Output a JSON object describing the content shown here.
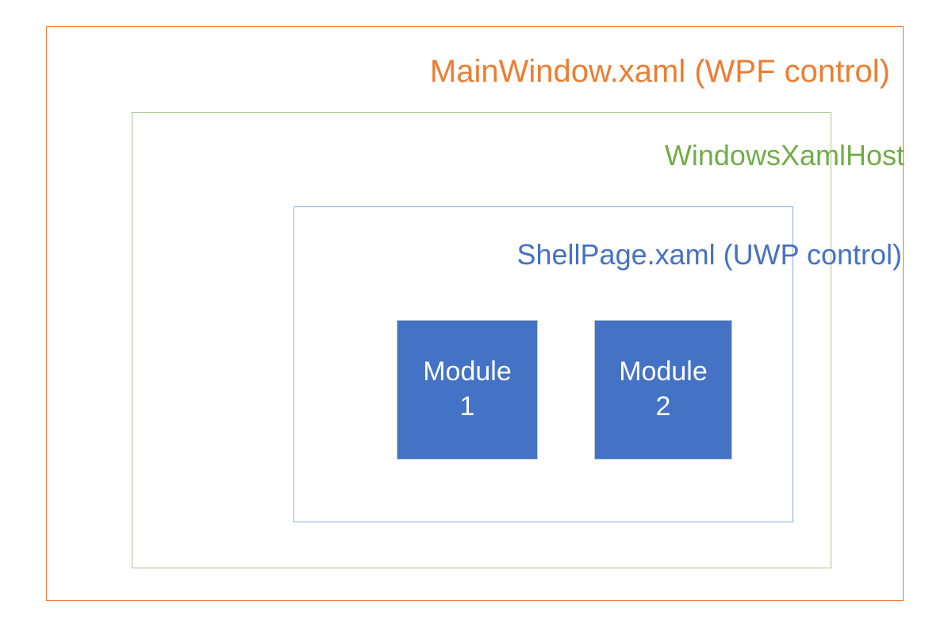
{
  "diagram": {
    "type": "nested-containers",
    "background_color": "#FFFFFF",
    "containers": [
      {
        "id": "wpf",
        "label": "MainWindow.xaml (WPF control)",
        "border_color": "#ED7D31",
        "text_color": "#ED7D31",
        "level": 0
      },
      {
        "id": "xamlhost",
        "label": "WindowsXamlHost",
        "border_color": "#A9C98D",
        "text_color": "#70AD47",
        "level": 1
      },
      {
        "id": "shellpage",
        "label": "ShellPage.xaml (UWP control)",
        "border_color": "#8CAADC",
        "text_color": "#4472C4",
        "level": 2
      }
    ],
    "modules": [
      {
        "id": "module-1",
        "line1": "Module",
        "line2": "1",
        "fill_color": "#4472C4",
        "text_color": "#FFFFFF"
      },
      {
        "id": "module-2",
        "line1": "Module",
        "line2": "2",
        "fill_color": "#4472C4",
        "text_color": "#FFFFFF"
      }
    ]
  }
}
